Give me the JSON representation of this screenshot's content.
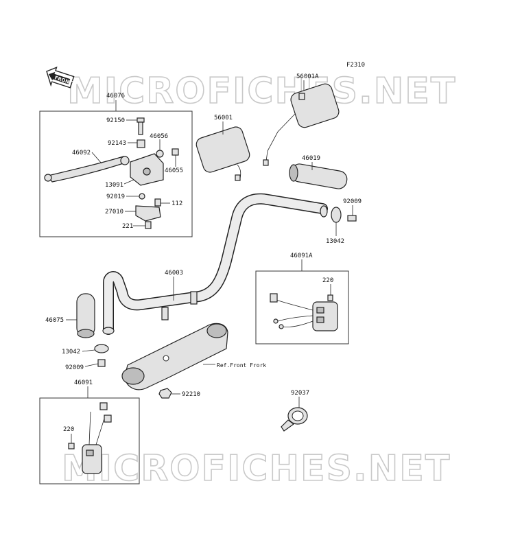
{
  "diagram": {
    "figure_code": "F2310",
    "front_label": "FRONT",
    "watermark": "MICROFICHES.NET",
    "reference_note": "Ref.Front Frork",
    "parts": {
      "p46076": "46076",
      "p92150": "92150",
      "p92143": "92143",
      "p46056": "46056",
      "p46092": "46092",
      "p46055": "46055",
      "p13091": "13091",
      "p92019": "92019",
      "p112": "112",
      "p27010": "27010",
      "p221": "221",
      "p56001": "56001",
      "p56001A": "56001A",
      "p46019": "46019",
      "p92009a": "92009",
      "p13042a": "13042",
      "p46003": "46003",
      "p46091A": "46091A",
      "p220a": "220",
      "p46075": "46075",
      "p13042b": "13042",
      "p92009b": "92009",
      "p92210": "92210",
      "p46091": "46091",
      "p220b": "220",
      "p92037": "92037"
    }
  }
}
